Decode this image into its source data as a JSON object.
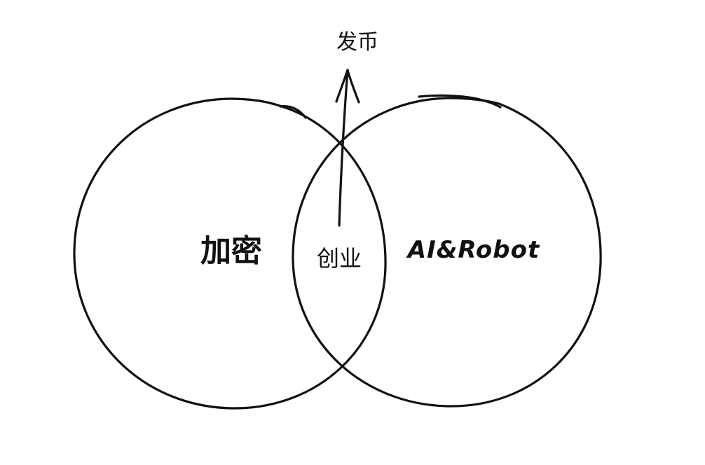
{
  "diagram": {
    "type": "venn",
    "left_set_label": "加密",
    "right_set_label": "AI&Robot",
    "intersection_label": "创业",
    "arrow_label": "发币",
    "ink_color": "#111111",
    "background_color": "#ffffff"
  }
}
